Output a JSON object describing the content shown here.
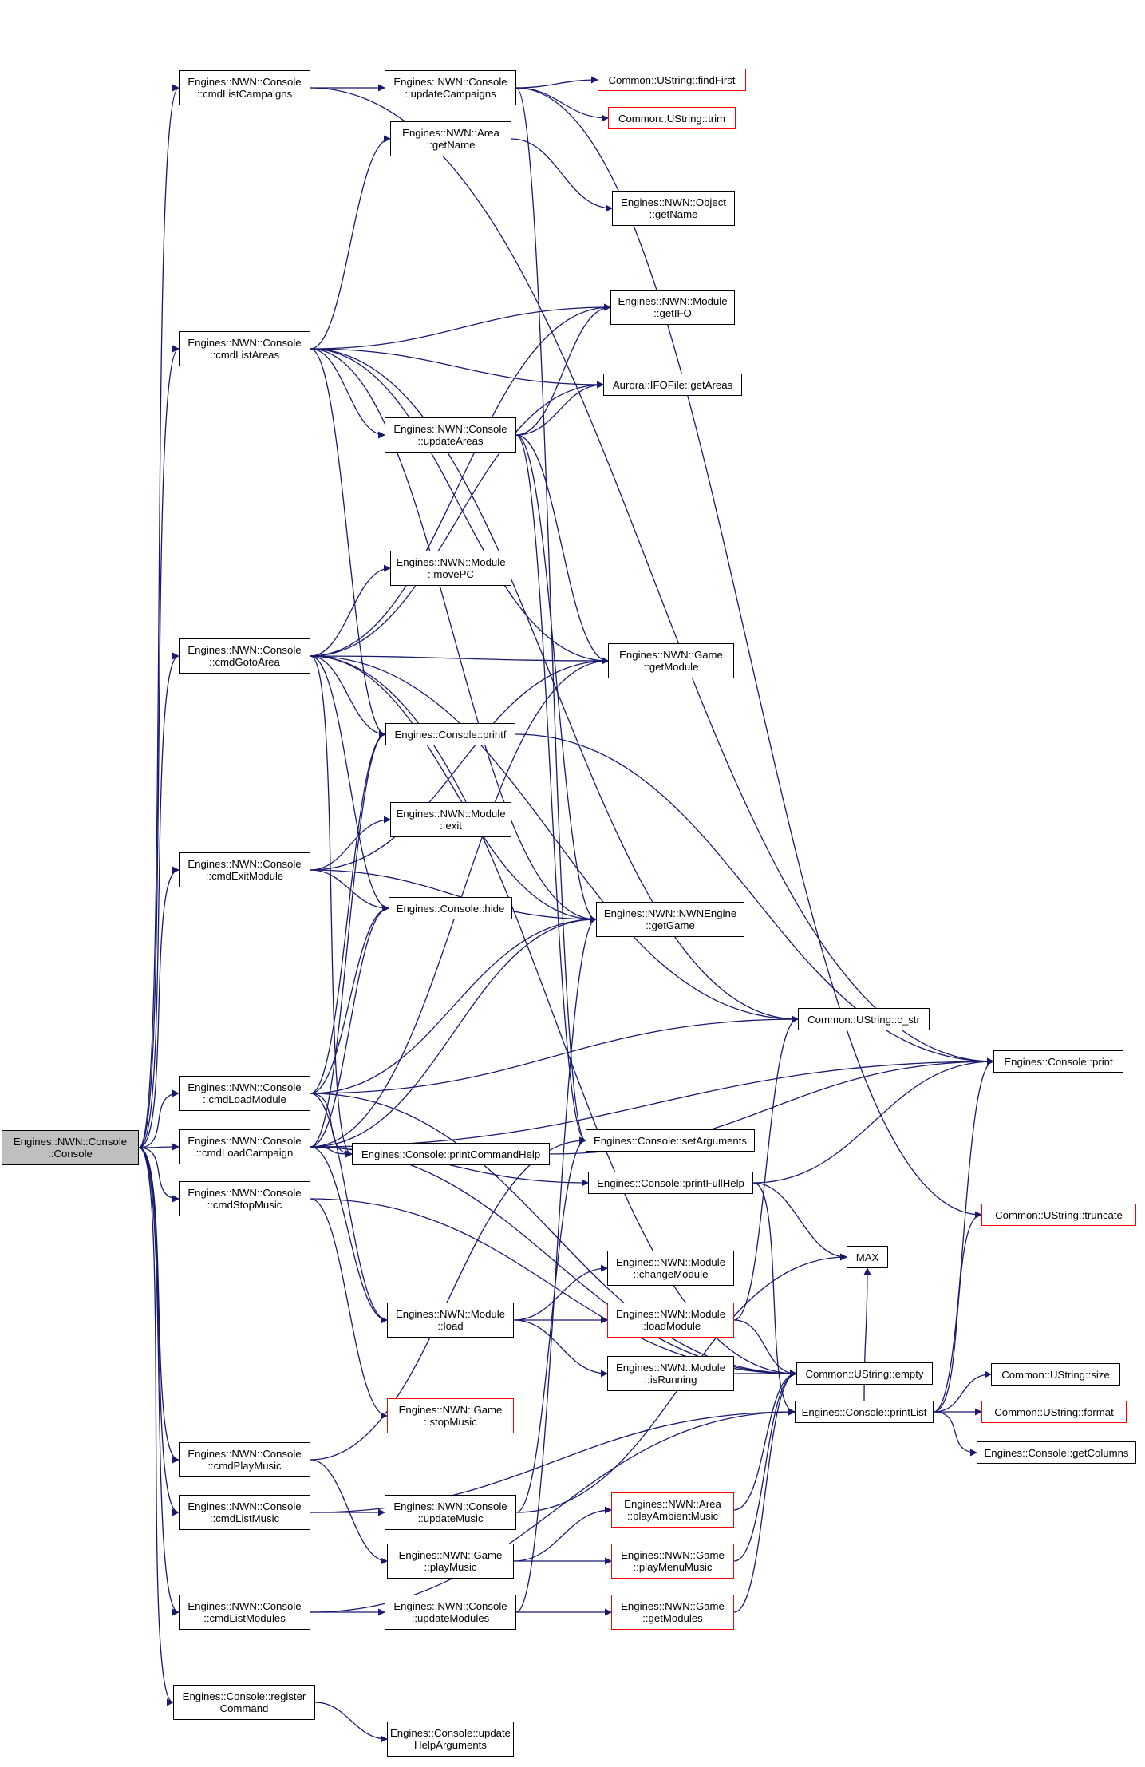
{
  "graph": {
    "edge_color": "#191970",
    "root_fill": "#bfbfbf",
    "missing_border": "#ff0000",
    "nodes": [
      {
        "id": "console",
        "label": "Engines::NWN::Console\n::Console",
        "root": true
      },
      {
        "id": "cmdListCampaigns",
        "label": "Engines::NWN::Console\n::cmdListCampaigns"
      },
      {
        "id": "updateCampaigns",
        "label": "Engines::NWN::Console\n::updateCampaigns"
      },
      {
        "id": "findFirst",
        "label": "Common::UString::findFirst",
        "red": true
      },
      {
        "id": "trim",
        "label": "Common::UString::trim",
        "red": true
      },
      {
        "id": "areaGetName",
        "label": "Engines::NWN::Area\n::getName"
      },
      {
        "id": "objectGetName",
        "label": "Engines::NWN::Object\n::getName"
      },
      {
        "id": "getIFO",
        "label": "Engines::NWN::Module\n::getIFO"
      },
      {
        "id": "cmdListAreas",
        "label": "Engines::NWN::Console\n::cmdListAreas"
      },
      {
        "id": "getAreas",
        "label": "Aurora::IFOFile::getAreas"
      },
      {
        "id": "updateAreas",
        "label": "Engines::NWN::Console\n::updateAreas"
      },
      {
        "id": "movePC",
        "label": "Engines::NWN::Module\n::movePC"
      },
      {
        "id": "cmdGotoArea",
        "label": "Engines::NWN::Console\n::cmdGotoArea"
      },
      {
        "id": "getModule",
        "label": "Engines::NWN::Game\n::getModule"
      },
      {
        "id": "printf",
        "label": "Engines::Console::printf"
      },
      {
        "id": "exit",
        "label": "Engines::NWN::Module\n::exit"
      },
      {
        "id": "cmdExitModule",
        "label": "Engines::NWN::Console\n::cmdExitModule"
      },
      {
        "id": "hide",
        "label": "Engines::Console::hide"
      },
      {
        "id": "getGame",
        "label": "Engines::NWN::NWNEngine\n::getGame"
      },
      {
        "id": "c_str",
        "label": "Common::UString::c_str"
      },
      {
        "id": "print",
        "label": "Engines::Console::print"
      },
      {
        "id": "cmdLoadModule",
        "label": "Engines::NWN::Console\n::cmdLoadModule"
      },
      {
        "id": "setArguments",
        "label": "Engines::Console::setArguments"
      },
      {
        "id": "cmdLoadCampaign",
        "label": "Engines::NWN::Console\n::cmdLoadCampaign"
      },
      {
        "id": "printCommandHelp",
        "label": "Engines::Console::printCommandHelp"
      },
      {
        "id": "printFullHelp",
        "label": "Engines::Console::printFullHelp"
      },
      {
        "id": "truncate",
        "label": "Common::UString::truncate",
        "red": true
      },
      {
        "id": "cmdStopMusic",
        "label": "Engines::NWN::Console\n::cmdStopMusic"
      },
      {
        "id": "max",
        "label": "MAX"
      },
      {
        "id": "changeModule",
        "label": "Engines::NWN::Module\n::changeModule"
      },
      {
        "id": "moduleLoad",
        "label": "Engines::NWN::Module\n::load"
      },
      {
        "id": "loadModule",
        "label": "Engines::NWN::Module\n::loadModule",
        "red": true
      },
      {
        "id": "isRunning",
        "label": "Engines::NWN::Module\n::isRunning"
      },
      {
        "id": "empty",
        "label": "Common::UString::empty"
      },
      {
        "id": "size",
        "label": "Common::UString::size"
      },
      {
        "id": "stopMusic",
        "label": "Engines::NWN::Game\n::stopMusic",
        "red": true
      },
      {
        "id": "printList",
        "label": "Engines::Console::printList"
      },
      {
        "id": "format",
        "label": "Common::UString::format",
        "red": true
      },
      {
        "id": "getColumns",
        "label": "Engines::Console::getColumns"
      },
      {
        "id": "cmdPlayMusic",
        "label": "Engines::NWN::Console\n::cmdPlayMusic"
      },
      {
        "id": "cmdListMusic",
        "label": "Engines::NWN::Console\n::cmdListMusic"
      },
      {
        "id": "updateMusic",
        "label": "Engines::NWN::Console\n::updateMusic"
      },
      {
        "id": "playAmbientMusic",
        "label": "Engines::NWN::Area\n::playAmbientMusic",
        "red": true
      },
      {
        "id": "gamePlayMusic",
        "label": "Engines::NWN::Game\n::playMusic"
      },
      {
        "id": "playMenuMusic",
        "label": "Engines::NWN::Game\n::playMenuMusic",
        "red": true
      },
      {
        "id": "cmdListModules",
        "label": "Engines::NWN::Console\n::cmdListModules"
      },
      {
        "id": "updateModules",
        "label": "Engines::NWN::Console\n::updateModules"
      },
      {
        "id": "getModules",
        "label": "Engines::NWN::Game\n::getModules",
        "red": true
      },
      {
        "id": "registerCommand",
        "label": "Engines::Console::register\nCommand"
      },
      {
        "id": "updateHelpArguments",
        "label": "Engines::Console::update\nHelpArguments"
      }
    ],
    "edges": [
      [
        "console",
        "cmdListCampaigns"
      ],
      [
        "console",
        "cmdListAreas"
      ],
      [
        "console",
        "cmdGotoArea"
      ],
      [
        "console",
        "cmdExitModule"
      ],
      [
        "console",
        "cmdLoadModule"
      ],
      [
        "console",
        "cmdLoadCampaign"
      ],
      [
        "console",
        "cmdStopMusic"
      ],
      [
        "console",
        "cmdPlayMusic"
      ],
      [
        "console",
        "cmdListMusic"
      ],
      [
        "console",
        "cmdListModules"
      ],
      [
        "console",
        "registerCommand"
      ],
      [
        "cmdListCampaigns",
        "updateCampaigns"
      ],
      [
        "cmdListCampaigns",
        "print"
      ],
      [
        "updateCampaigns",
        "findFirst"
      ],
      [
        "updateCampaigns",
        "trim"
      ],
      [
        "updateCampaigns",
        "setArguments"
      ],
      [
        "updateCampaigns",
        "truncate"
      ],
      [
        "cmdListAreas",
        "areaGetName"
      ],
      [
        "cmdListAreas",
        "getIFO"
      ],
      [
        "cmdListAreas",
        "getAreas"
      ],
      [
        "cmdListAreas",
        "updateAreas"
      ],
      [
        "cmdListAreas",
        "c_str"
      ],
      [
        "cmdListAreas",
        "getModule"
      ],
      [
        "cmdListAreas",
        "printf"
      ],
      [
        "cmdListAreas",
        "getGame"
      ],
      [
        "areaGetName",
        "objectGetName"
      ],
      [
        "updateAreas",
        "getIFO"
      ],
      [
        "updateAreas",
        "getAreas"
      ],
      [
        "updateAreas",
        "getModule"
      ],
      [
        "updateAreas",
        "getGame"
      ],
      [
        "updateAreas",
        "setArguments"
      ],
      [
        "cmdGotoArea",
        "movePC"
      ],
      [
        "cmdGotoArea",
        "getModule"
      ],
      [
        "cmdGotoArea",
        "printf"
      ],
      [
        "cmdGotoArea",
        "hide"
      ],
      [
        "cmdGotoArea",
        "getGame"
      ],
      [
        "cmdGotoArea",
        "c_str"
      ],
      [
        "cmdGotoArea",
        "getAreas"
      ],
      [
        "cmdGotoArea",
        "getIFO"
      ],
      [
        "cmdGotoArea",
        "printCommandHelp"
      ],
      [
        "cmdGotoArea",
        "empty"
      ],
      [
        "printf",
        "print"
      ],
      [
        "cmdExitModule",
        "exit"
      ],
      [
        "cmdExitModule",
        "hide"
      ],
      [
        "cmdExitModule",
        "getGame"
      ],
      [
        "cmdExitModule",
        "getModule"
      ],
      [
        "cmdLoadModule",
        "printCommandHelp"
      ],
      [
        "cmdLoadModule",
        "getGame"
      ],
      [
        "cmdLoadModule",
        "hide"
      ],
      [
        "cmdLoadModule",
        "printf"
      ],
      [
        "cmdLoadModule",
        "c_str"
      ],
      [
        "cmdLoadModule",
        "moduleLoad"
      ],
      [
        "cmdLoadModule",
        "empty"
      ],
      [
        "cmdLoadCampaign",
        "printCommandHelp"
      ],
      [
        "cmdLoadCampaign",
        "printFullHelp"
      ],
      [
        "cmdLoadCampaign",
        "print"
      ],
      [
        "cmdLoadCampaign",
        "hide"
      ],
      [
        "cmdLoadCampaign",
        "printf"
      ],
      [
        "cmdLoadCampaign",
        "getGame"
      ],
      [
        "cmdLoadCampaign",
        "getModule"
      ],
      [
        "cmdLoadCampaign",
        "moduleLoad"
      ],
      [
        "cmdLoadCampaign",
        "empty"
      ],
      [
        "printCommandHelp",
        "print"
      ],
      [
        "printFullHelp",
        "print"
      ],
      [
        "printFullHelp",
        "max"
      ],
      [
        "printFullHelp",
        "printList"
      ],
      [
        "cmdStopMusic",
        "stopMusic"
      ],
      [
        "cmdStopMusic",
        "empty"
      ],
      [
        "moduleLoad",
        "changeModule"
      ],
      [
        "moduleLoad",
        "loadModule"
      ],
      [
        "moduleLoad",
        "isRunning"
      ],
      [
        "loadModule",
        "c_str"
      ],
      [
        "loadModule",
        "empty"
      ],
      [
        "isRunning",
        "empty"
      ],
      [
        "printList",
        "print"
      ],
      [
        "printList",
        "truncate"
      ],
      [
        "printList",
        "size"
      ],
      [
        "printList",
        "format"
      ],
      [
        "printList",
        "getColumns"
      ],
      [
        "printList",
        "max"
      ],
      [
        "cmdPlayMusic",
        "gamePlayMusic"
      ],
      [
        "cmdPlayMusic",
        "setArguments"
      ],
      [
        "cmdListMusic",
        "updateMusic"
      ],
      [
        "cmdListMusic",
        "printList"
      ],
      [
        "updateMusic",
        "setArguments"
      ],
      [
        "updateMusic",
        "max"
      ],
      [
        "gamePlayMusic",
        "playAmbientMusic"
      ],
      [
        "gamePlayMusic",
        "playMenuMusic"
      ],
      [
        "playAmbientMusic",
        "empty"
      ],
      [
        "playMenuMusic",
        "empty"
      ],
      [
        "cmdListModules",
        "updateModules"
      ],
      [
        "cmdListModules",
        "printList"
      ],
      [
        "updateModules",
        "getModules"
      ],
      [
        "updateModules",
        "getGame"
      ],
      [
        "getModules",
        "empty"
      ],
      [
        "registerCommand",
        "updateHelpArguments"
      ]
    ]
  }
}
